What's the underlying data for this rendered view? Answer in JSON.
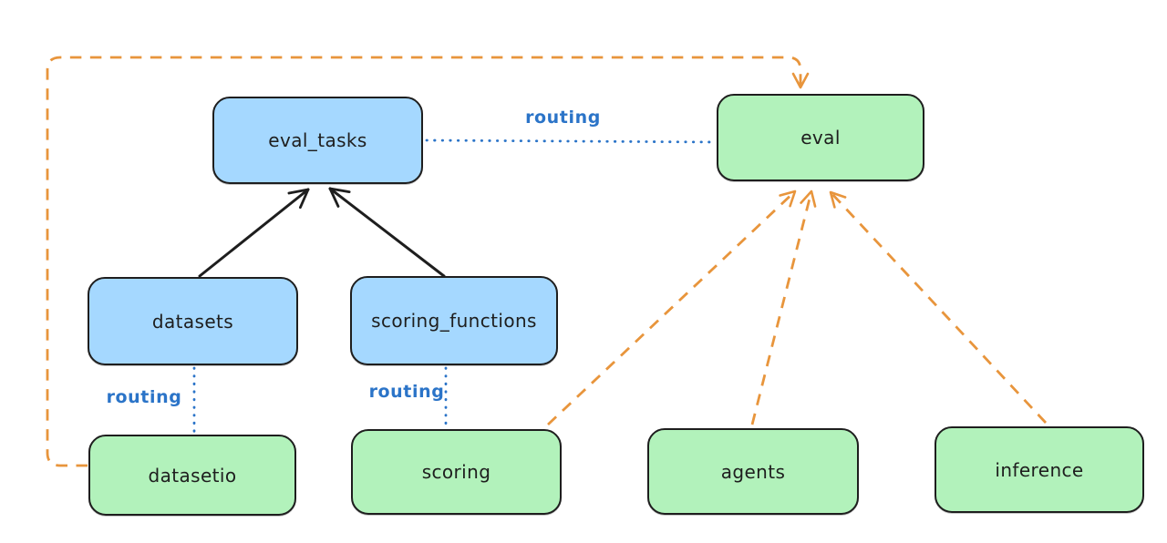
{
  "diagram": {
    "nodes": {
      "eval_tasks": {
        "label": "eval_tasks",
        "kind": "resource"
      },
      "eval": {
        "label": "eval",
        "kind": "api"
      },
      "datasets": {
        "label": "datasets",
        "kind": "resource"
      },
      "scoring_functions": {
        "label": "scoring_functions",
        "kind": "resource"
      },
      "datasetio": {
        "label": "datasetio",
        "kind": "api"
      },
      "scoring": {
        "label": "scoring",
        "kind": "api"
      },
      "agents": {
        "label": "agents",
        "kind": "api"
      },
      "inference": {
        "label": "inference",
        "kind": "api"
      }
    },
    "edge_labels": {
      "routing_eval_tasks_eval": "routing",
      "routing_datasets_datasetio": "routing",
      "routing_scoring_functions_scoring": "routing"
    },
    "edges": [
      {
        "from": "datasets",
        "to": "eval_tasks",
        "style": "solid-black-arrow"
      },
      {
        "from": "scoring_functions",
        "to": "eval_tasks",
        "style": "solid-black-arrow"
      },
      {
        "from": "eval_tasks",
        "to": "eval",
        "style": "dotted-blue",
        "label": "routing"
      },
      {
        "from": "datasets",
        "to": "datasetio",
        "style": "dotted-blue",
        "label": "routing"
      },
      {
        "from": "scoring_functions",
        "to": "scoring",
        "style": "dotted-blue",
        "label": "routing"
      },
      {
        "from": "scoring",
        "to": "eval",
        "style": "dashed-orange-arrow"
      },
      {
        "from": "agents",
        "to": "eval",
        "style": "dashed-orange-arrow"
      },
      {
        "from": "inference",
        "to": "eval",
        "style": "dashed-orange-arrow"
      },
      {
        "from": "datasetio",
        "to": "eval",
        "style": "dashed-orange-arrow"
      }
    ],
    "colors": {
      "resource_fill": "#a5d8ff",
      "api_fill": "#b2f2bb",
      "stroke": "#1e1e1e",
      "routing_blue": "#2b74c8",
      "dependency_orange": "#e8953c",
      "background": "#ffffff"
    }
  }
}
